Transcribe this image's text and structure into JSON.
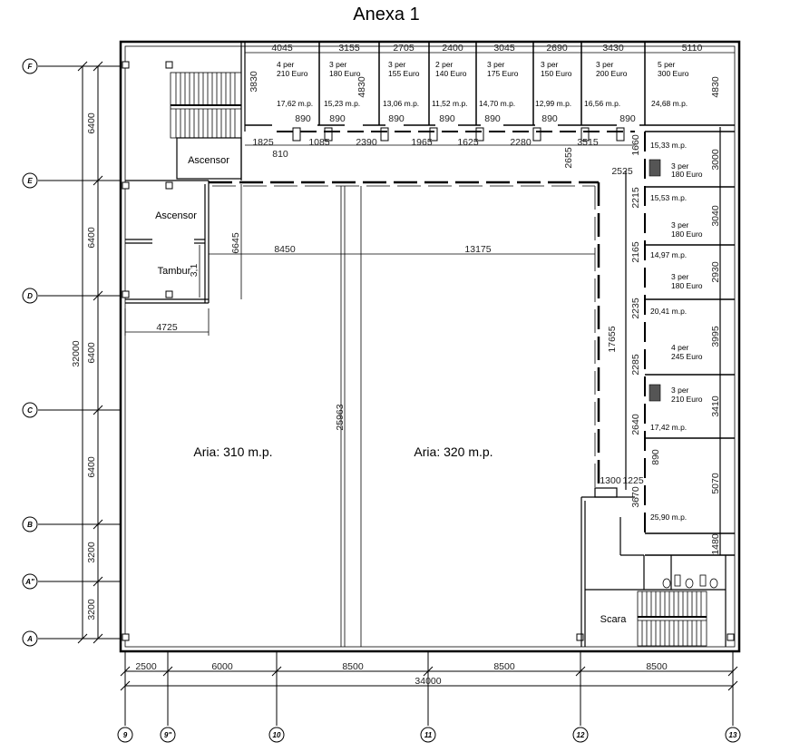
{
  "title": "Anexa 1",
  "grid_rows": [
    "F",
    "E",
    "D",
    "C",
    "B",
    "A\"",
    "A"
  ],
  "grid_cols": [
    "9",
    "9\"",
    "10",
    "11",
    "12",
    "13"
  ],
  "left_dims": [
    "6400",
    "6400",
    "6400",
    "6400",
    "3200",
    "3200"
  ],
  "left_total": "32000",
  "bottom_dims": [
    "2500",
    "6000",
    "8500",
    "8500",
    "8500"
  ],
  "bottom_total": "34000",
  "top_dims": [
    "4045",
    "3155",
    "2705",
    "2400",
    "3045",
    "2690",
    "3430",
    "5110"
  ],
  "corridor_dims": [
    "1825",
    "1085",
    "2390",
    "1965",
    "1625",
    "2280",
    "3515"
  ],
  "door_dims": [
    "890",
    "890",
    "890",
    "890",
    "890",
    "890",
    "890"
  ],
  "top_rooms": [
    {
      "people": "4 per",
      "price": "210 Euro",
      "area": "17,62 m.p."
    },
    {
      "people": "3 per",
      "price": "180 Euro",
      "area": "15,23 m.p."
    },
    {
      "people": "3 per",
      "price": "155 Euro",
      "area": "13,06 m.p."
    },
    {
      "people": "2 per",
      "price": "140 Euro",
      "area": "11,52 m.p."
    },
    {
      "people": "3 per",
      "price": "175 Euro",
      "area": "14,70 m.p."
    },
    {
      "people": "3 per",
      "price": "150 Euro",
      "area": "12,99 m.p."
    },
    {
      "people": "3 per",
      "price": "200 Euro",
      "area": "16,56 m.p."
    },
    {
      "people": "5 per",
      "price": "300 Euro",
      "area": "24,68 m.p."
    }
  ],
  "right_rooms": [
    {
      "people": "3 per",
      "price": "180 Euro",
      "area": "15,33 m.p."
    },
    {
      "people": "",
      "price": "",
      "area": "15,53 m.p."
    },
    {
      "people": "3 per",
      "price": "180 Euro",
      "area": "14,97 m.p."
    },
    {
      "people": "3 per",
      "price": "180 Euro",
      "area": "20,41 m.p."
    },
    {
      "people": "4 per",
      "price": "245 Euro",
      "area": ""
    },
    {
      "people": "3 per",
      "price": "210 Euro",
      "area": "17,42 m.p."
    },
    {
      "people": "",
      "price": "",
      "area": "25,90 m.p."
    }
  ],
  "right_dims": [
    "4830",
    "3000",
    "3040",
    "2930",
    "3995",
    "3410",
    "5070",
    "1480"
  ],
  "right_inner_dims": [
    "1660",
    "2215",
    "2165",
    "2235",
    "2285",
    "2640",
    "3670"
  ],
  "misc_dims": {
    "d3830": "3830",
    "d4830": "4830",
    "d810": "810",
    "d2655": "2655",
    "d2525": "2525",
    "d6645": "6645",
    "d8450": "8450",
    "d13175": "13175",
    "d3_1": "3,1",
    "d4725": "4725",
    "d17655": "17655",
    "d25963": "25963",
    "d1300": "1300",
    "d1225": "1225",
    "d890r": "890"
  },
  "labels": {
    "ascensor1": "Ascensor",
    "ascensor2": "Ascensor",
    "tambur": "Tambur",
    "scara": "Scara",
    "aria1": "Aria: 310 m.p.",
    "aria2": "Aria: 320 m.p."
  }
}
